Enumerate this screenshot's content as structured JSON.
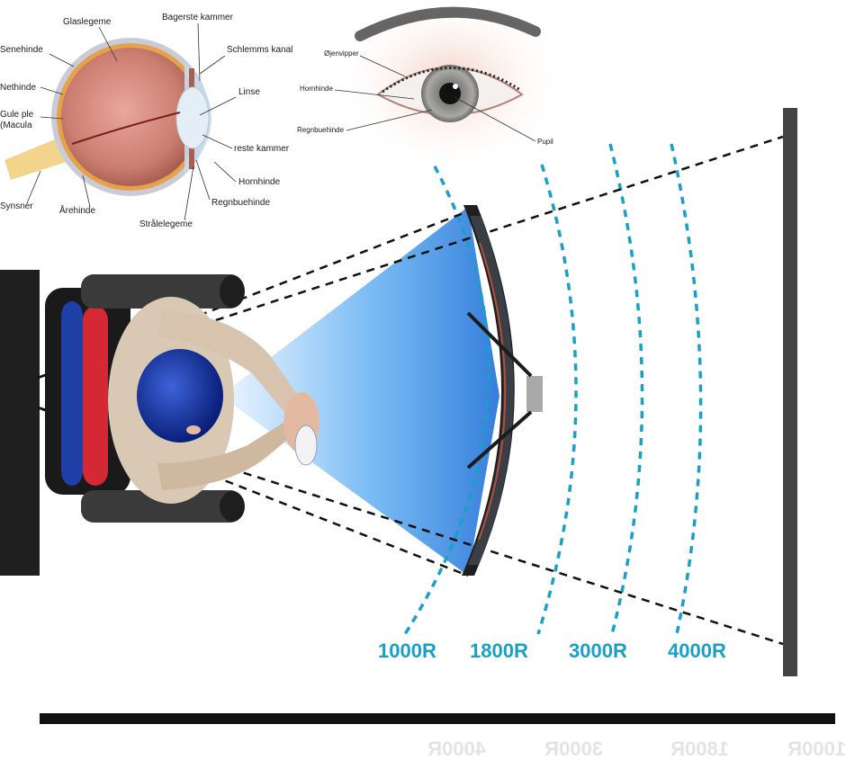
{
  "eye_anatomy": {
    "labels": {
      "glaslegeme": "Glaslegeme",
      "bageste_kammer": "Bagerste kammer",
      "senehinde": "Senehinde",
      "schlemms_kanal": "Schlemms kanal",
      "nethinde": "Nethinde",
      "linse": "Linse",
      "gule_plet": "Gule ple",
      "macula": "(Macula",
      "forreste_kammer": "reste kammer",
      "hornhinde": "Hornhinde",
      "regnbuehinde": "Regnbuehinde",
      "synsnerve": "Synsner",
      "aarehinde": "Årehinde",
      "straalelegeme": "Strålelegeme"
    }
  },
  "eye_front": {
    "labels": {
      "ojenvipper": "Øjenvipper",
      "hornhinde": "Hornhinde",
      "regnbuehinde": "Regnbuehinde",
      "pupil": "Pupil"
    }
  },
  "curvature": {
    "accent_color": "#1aa0c8",
    "items": [
      {
        "label": "1000R"
      },
      {
        "label": "1800R"
      },
      {
        "label": "3000R"
      },
      {
        "label": "4000R"
      }
    ]
  },
  "colors": {
    "fov": "#2e86e6",
    "screen": "#444444",
    "floor": "#111111"
  }
}
